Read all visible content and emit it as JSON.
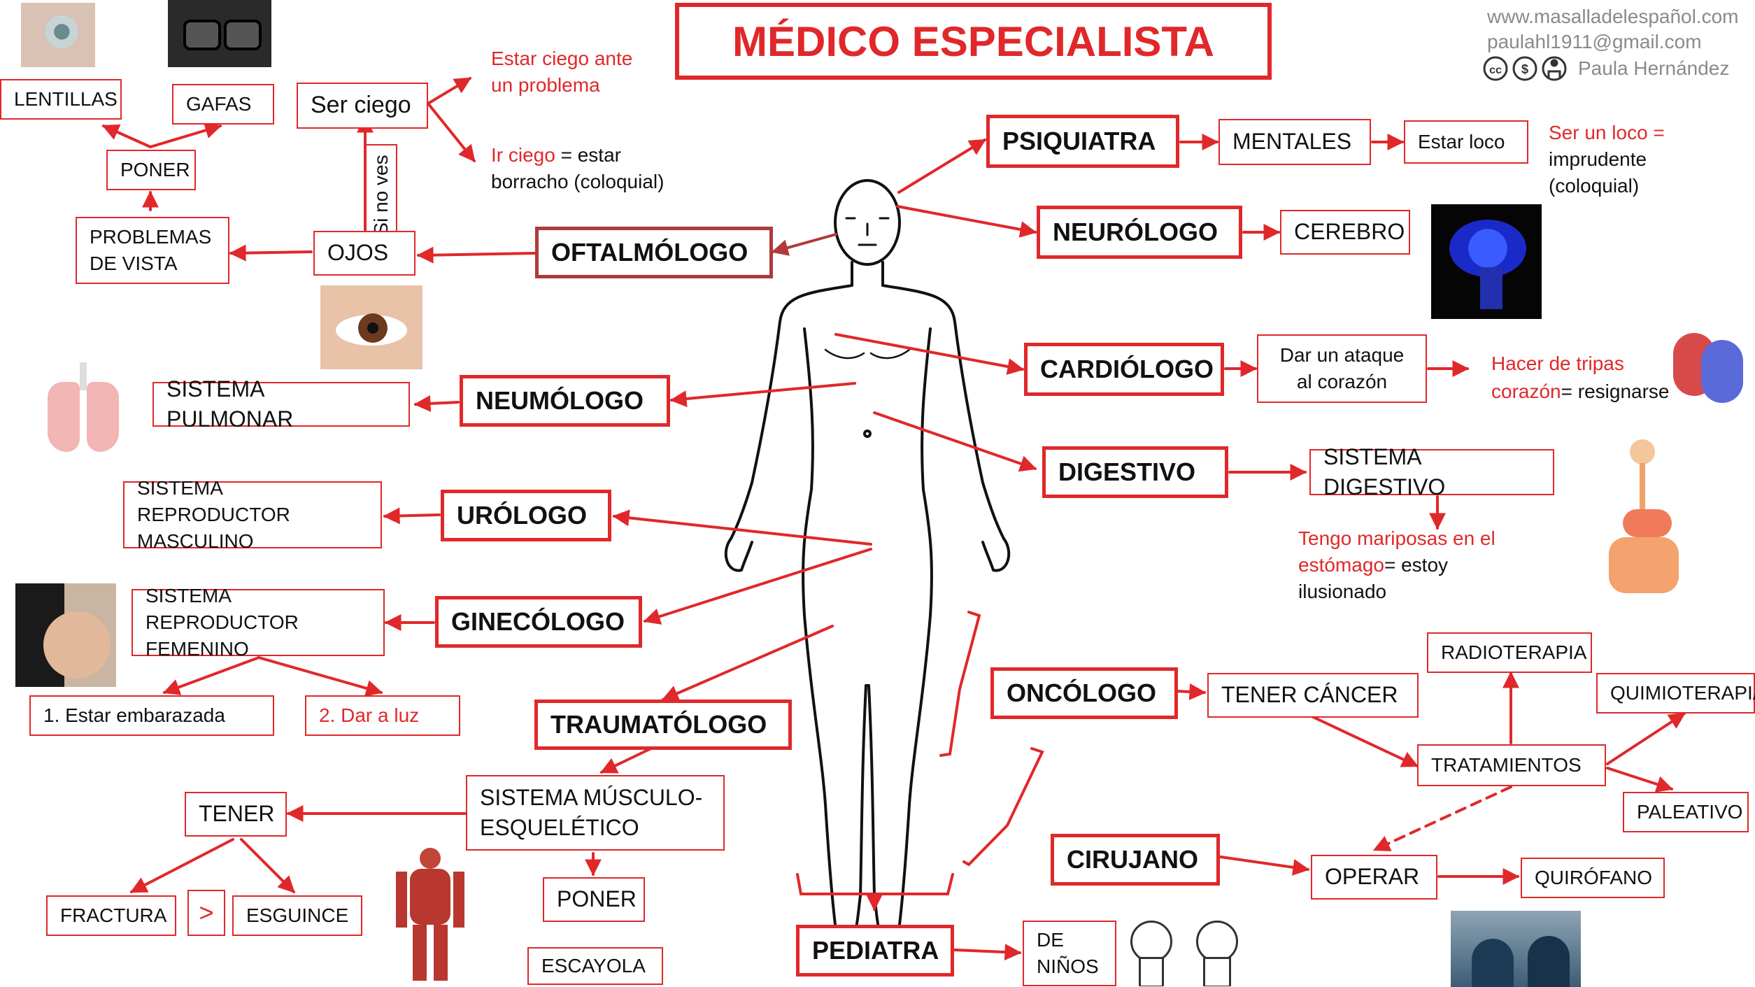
{
  "title": "MÉDICO ESPECIALISTA",
  "credits": {
    "website": "www.masalladelespañol.com",
    "email": "paulahl1911@gmail.com",
    "author": "Paula Hernández",
    "license_icons": "cc-by-nc-icons"
  },
  "nodes": {
    "lentillas": "LENTILLAS",
    "gafas": "GAFAS",
    "poner_vista": "PONER",
    "problemas_vista": "PROBLEMAS\nDE VISTA",
    "ser_ciego": "Ser ciego",
    "si_no_ves": "Si no ves",
    "ojos": "OJOS",
    "oftalmologo": "OFTALMÓLOGO",
    "psiquiatra": "PSIQUIATRA",
    "mentales": "MENTALES",
    "estar_loco": "Estar loco",
    "neurologo": "NEURÓLOGO",
    "cerebro": "CEREBRO",
    "cardiologo": "CARDIÓLOGO",
    "ataque": "Dar un ataque\nal corazón",
    "neumologo": "NEUMÓLOGO",
    "pulmonar": "SISTEMA PULMONAR",
    "digestivo": "DIGESTIVO",
    "sistema_digestivo": "SISTEMA DIGESTIVO",
    "urologo": "URÓLOGO",
    "reproductor_masc": "SISTEMA REPRODUCTOR\nMASCULINO",
    "ginecologo": "GINECÓLOGO",
    "reproductor_fem": "SISTEMA REPRODUCTOR\nFEMENINO",
    "embarazada": "1. Estar embarazada",
    "dar_luz": "2. Dar a luz",
    "traumatologo": "TRAUMATÓLOGO",
    "musculo": "SISTEMA MÚSCULO-\nESQUELÉTICO",
    "tener": "TENER",
    "fractura": "FRACTURA",
    "mayor": ">",
    "esguince": "ESGUINCE",
    "poner_yeso": "PONER",
    "escayola": "ESCAYOLA",
    "oncologo": "ONCÓLOGO",
    "tener_cancer": "TENER CÁNCER",
    "radioterapia": "RADIOTERAPIA",
    "quimioterapia": "QUIMIOTERAPIA",
    "tratamientos": "TRATAMIENTOS",
    "paleativo": "PALEATIVO",
    "cirujano": "CIRUJANO",
    "operar": "OPERAR",
    "quirofano": "QUIRÓFANO",
    "pediatra": "PEDIATRA",
    "de_ninos": "DE\nNIÑOS"
  },
  "notes": {
    "ciego_problema_1": "Estar ciego ante",
    "ciego_problema_2": "un problema",
    "ir_ciego_red": "Ir ciego",
    "ir_ciego_rest": " =  estar",
    "ir_ciego_2": "borracho (coloquial)",
    "loco_red": "Ser un loco =",
    "loco_2": "imprudente",
    "loco_3": "(coloquial)",
    "tripas_1": "Hacer de tripas",
    "tripas_red": "corazón",
    "tripas_rest": "= resignarse",
    "mariposas_1": "Tengo mariposas en el",
    "mariposas_red": "estómago",
    "mariposas_rest": "= estoy",
    "mariposas_3": "ilusionado"
  },
  "colors": {
    "accent": "#e0282a",
    "dark_red_border": "#b03a3a",
    "text": "#111111",
    "credit": "#8a8a8a"
  }
}
